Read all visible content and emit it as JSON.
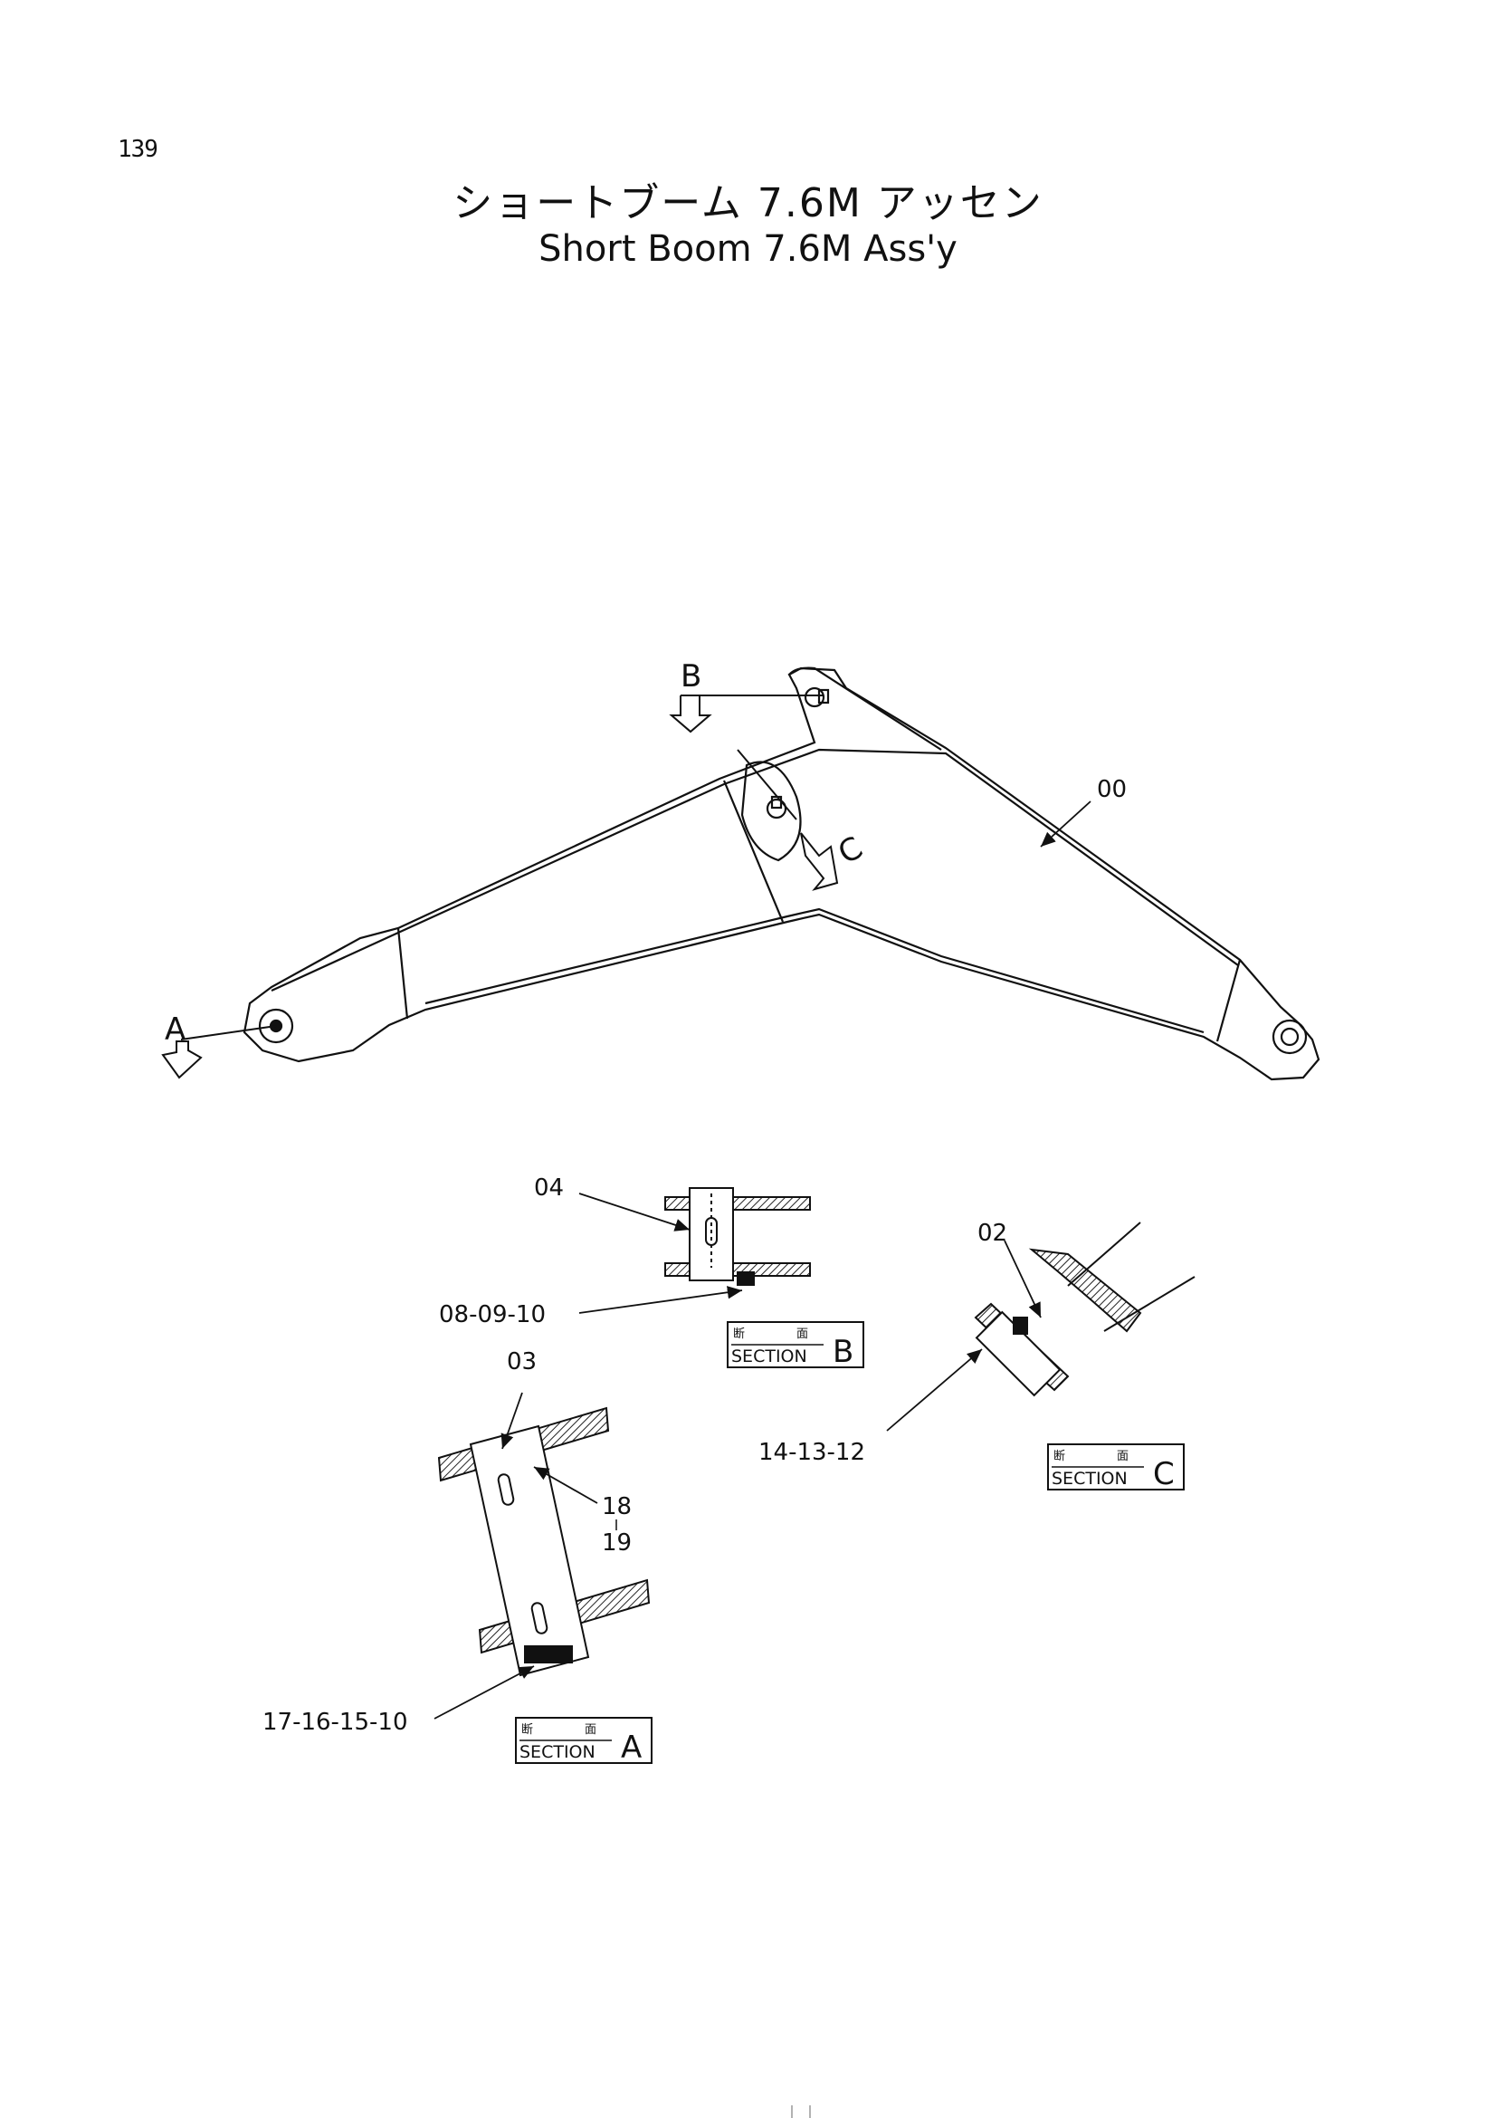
{
  "page_number": "139",
  "title_ja": "ショートブーム 7.6M アッセン",
  "title_en": "Short Boom 7.6M Ass'y",
  "view_letters": {
    "a": "A",
    "b": "B",
    "c": "C"
  },
  "callouts": {
    "boom": "00",
    "section_b_pin": "04",
    "section_b_hardware": "08-09-10",
    "section_a_pin": "03",
    "section_a_hw1": "18",
    "section_a_hw2": "19",
    "section_a_hardware": "17-16-15-10",
    "section_c_pin": "02",
    "section_c_hardware": "14-13-12"
  },
  "section_labels": {
    "kanji_1": "断",
    "kanji_2": "面",
    "word": "SECTION",
    "a": "A",
    "b": "B",
    "c": "C"
  }
}
